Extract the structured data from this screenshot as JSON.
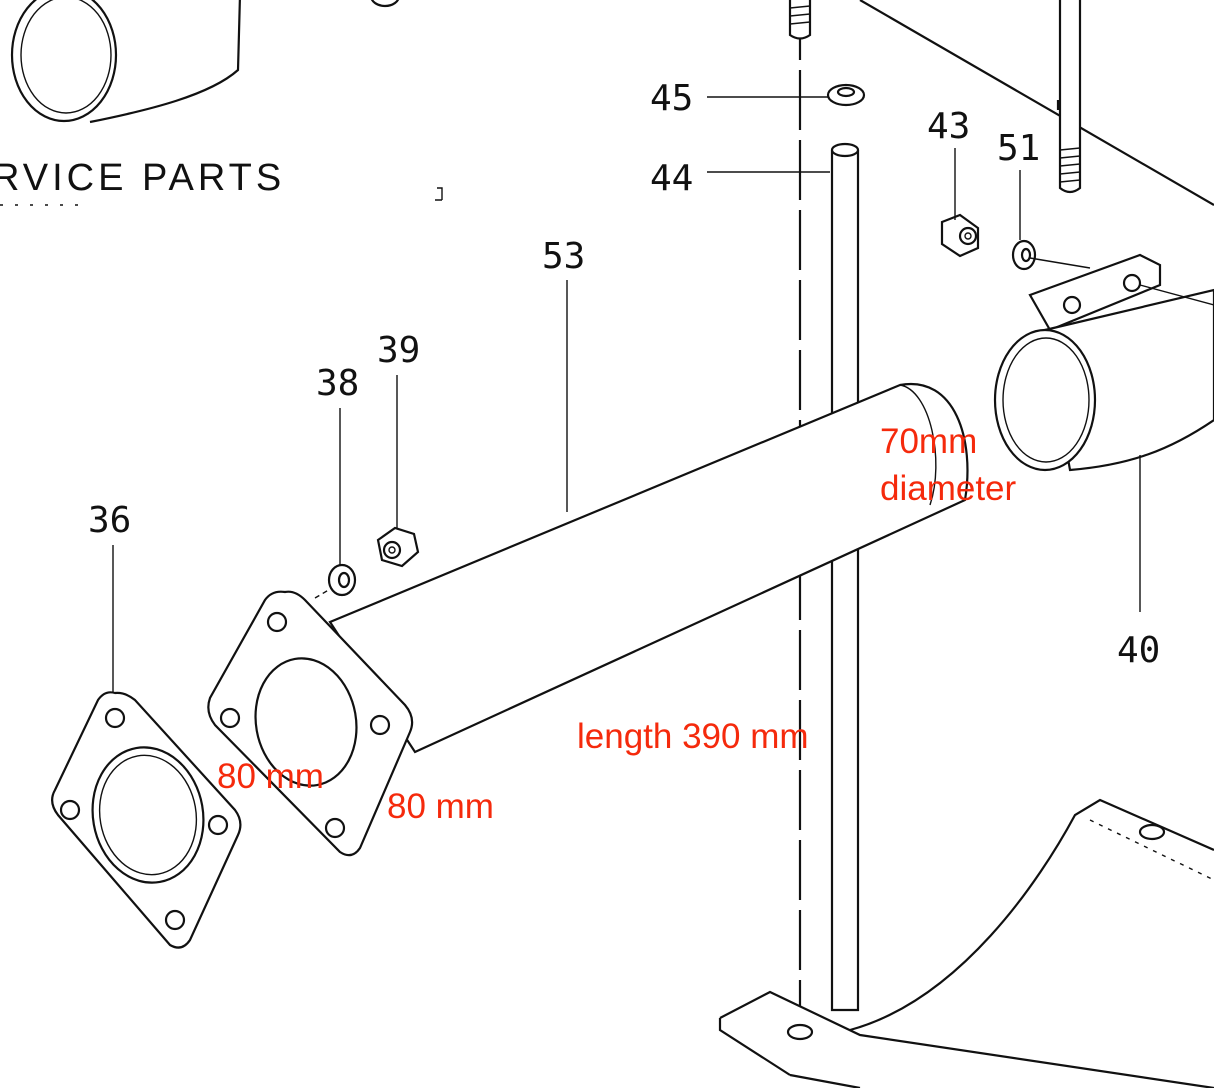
{
  "header_text": "RVICE PARTS",
  "part_numbers": {
    "p45": "45",
    "p44": "44",
    "p43": "43",
    "p51": "51",
    "p53": "53",
    "p39": "39",
    "p38": "38",
    "p36": "36",
    "p40": "40"
  },
  "annotations": {
    "diameter_value": "70mm",
    "diameter_label": "diameter",
    "length": "length 390 mm",
    "flange_width": "80 mm",
    "flange_height": "80 mm"
  },
  "colors": {
    "annotation": "#f52a0c",
    "line": "#111111"
  }
}
